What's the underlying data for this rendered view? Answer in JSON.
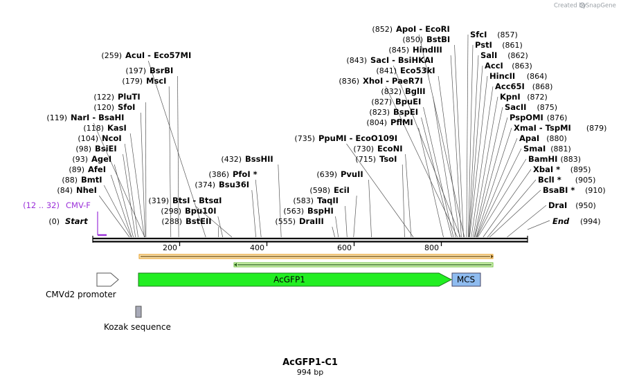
{
  "branding": {
    "created_by": "Created by",
    "app_name": "SnapGene"
  },
  "map": {
    "name": "AcGFP1-C1",
    "length_label": "994 bp",
    "total_bp": 994,
    "ticks": [
      "200",
      "400",
      "600",
      "800"
    ],
    "start": {
      "pos": "(0)",
      "label": "Start"
    },
    "end": {
      "pos": "(994)",
      "label": "End"
    },
    "primer": {
      "pos": "(12 .. 32)",
      "label": "CMV-F",
      "color": "#9b30d9"
    }
  },
  "sites_left": [
    {
      "pos": "(84)",
      "name": "NheI"
    },
    {
      "pos": "(88)",
      "name": "BmtI"
    },
    {
      "pos": "(89)",
      "name": "AfeI"
    },
    {
      "pos": "(93)",
      "name": "AgeI"
    },
    {
      "pos": "(98)",
      "name": "BsiEI"
    },
    {
      "pos": "(104)",
      "name": "NcoI"
    },
    {
      "pos": "(118)",
      "name": "KasI"
    },
    {
      "pos": "(119)",
      "name": "NarI  - BsaHI"
    },
    {
      "pos": "(120)",
      "name": "SfoI"
    },
    {
      "pos": "(122)",
      "name": "PluTI"
    },
    {
      "pos": "(179)",
      "name": "MscI"
    },
    {
      "pos": "(197)",
      "name": "BsrBI"
    },
    {
      "pos": "(259)",
      "name": "AcuI  - Eco57MI"
    },
    {
      "pos": "(288)",
      "name": "BstEII"
    },
    {
      "pos": "(298)",
      "name": "Bpu10I"
    },
    {
      "pos": "(319)",
      "name": "BtsI  - BtsαI"
    },
    {
      "pos": "(374)",
      "name": "Bsu36I"
    },
    {
      "pos": "(386)",
      "name": "PfoI *"
    },
    {
      "pos": "(432)",
      "name": "BssHII"
    }
  ],
  "sites_middle": [
    {
      "pos": "(555)",
      "name": "DraIII"
    },
    {
      "pos": "(563)",
      "name": "BspHI"
    },
    {
      "pos": "(583)",
      "name": "TaqII"
    },
    {
      "pos": "(598)",
      "name": "EciI"
    },
    {
      "pos": "(639)",
      "name": "PvuII"
    },
    {
      "pos": "(715)",
      "name": "TsoI"
    },
    {
      "pos": "(730)",
      "name": "EcoNI"
    },
    {
      "pos": "(735)",
      "name": "PpuMI  - EcoO109I"
    },
    {
      "pos": "(804)",
      "name": "PflMI"
    },
    {
      "pos": "(823)",
      "name": "BspEI"
    },
    {
      "pos": "(827)",
      "name": "BpuEI"
    },
    {
      "pos": "(832)",
      "name": "BglII"
    },
    {
      "pos": "(836)",
      "name": "XhoI  - PaeR7I"
    },
    {
      "pos": "(841)",
      "name": "Eco53kI"
    },
    {
      "pos": "(843)",
      "name": "SacI  - BsiHKAI"
    },
    {
      "pos": "(845)",
      "name": "HindIII"
    },
    {
      "pos": "(850)",
      "name": "BstBI"
    },
    {
      "pos": "(852)",
      "name": "ApoI  - EcoRI"
    }
  ],
  "sites_right": [
    {
      "pos": "(857)",
      "name": "SfcI"
    },
    {
      "pos": "(861)",
      "name": "PstI"
    },
    {
      "pos": "(862)",
      "name": "SalI"
    },
    {
      "pos": "(863)",
      "name": "AccI"
    },
    {
      "pos": "(864)",
      "name": "HincII"
    },
    {
      "pos": "(868)",
      "name": "Acc65I"
    },
    {
      "pos": "(872)",
      "name": "KpnI"
    },
    {
      "pos": "(875)",
      "name": "SacII"
    },
    {
      "pos": "(876)",
      "name": "PspOMI"
    },
    {
      "pos": "(879)",
      "name": "XmaI  - TspMI"
    },
    {
      "pos": "(880)",
      "name": "ApaI"
    },
    {
      "pos": "(881)",
      "name": "SmaI"
    },
    {
      "pos": "(883)",
      "name": "BamHI"
    },
    {
      "pos": "(895)",
      "name": "XbaI *"
    },
    {
      "pos": "(905)",
      "name": "BclI *"
    },
    {
      "pos": "(910)",
      "name": "BsaBI *"
    },
    {
      "pos": "(950)",
      "name": "DraI"
    }
  ],
  "features": {
    "promoter": {
      "label": "CMVd2 promoter"
    },
    "acgfp1": {
      "label": "AcGFP1",
      "color": "#22ee22"
    },
    "mcs": {
      "label": "MCS",
      "color": "#8fbcf0"
    },
    "kozak": {
      "label": "Kozak sequence"
    },
    "orf_orange": {
      "color": "#f0a020"
    },
    "orf_green": {
      "color": "#2d7a1a"
    }
  }
}
